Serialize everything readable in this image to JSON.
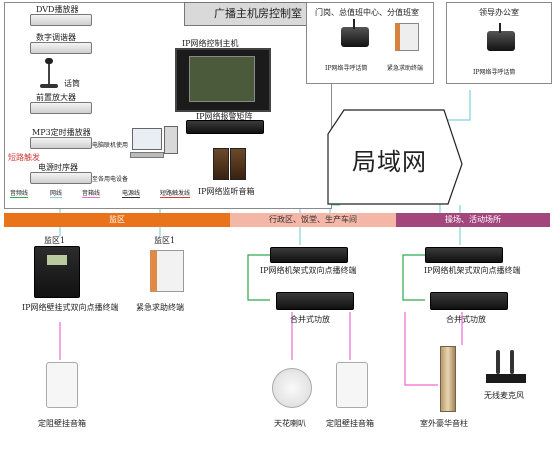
{
  "control_room": {
    "title": "广播主机房控制室",
    "devices": {
      "dvd": "DVD播放器",
      "tuner": "数字调谐器",
      "mic": "话筒",
      "preamp": "前置放大器",
      "mp3": "MP3定时播放器",
      "pc_note": "电脑联机使用",
      "sequencer": "电源时序器",
      "sequencer_note": "至各用电设备",
      "trigger": "短路触发",
      "host": "IP网络控制主机",
      "matrix": "IP网络报警矩阵",
      "monitor": "IP网络监听音箱"
    },
    "legend": [
      "音频线",
      "网线",
      "音箱线",
      "电源线",
      "短路触发线"
    ]
  },
  "top_box1": {
    "header": "门岗、总值班中心、分值班室",
    "items": [
      "IP网络寻呼话筒",
      "紧急求助终端"
    ]
  },
  "top_box2": {
    "header": "领导办公室",
    "item": "IP网络寻呼话筒"
  },
  "lan_label": "局域网",
  "zones": {
    "left": {
      "title": "监区",
      "cols": [
        "监区1",
        "监区1"
      ],
      "terminal1": "IP网络壁挂式双向点播终端",
      "terminal2": "紧急求助终端",
      "speaker": "定阻壁挂音箱"
    },
    "middle": {
      "title": "行政区、饭堂、生产车间",
      "terminal": "IP网络机架式双向点播终端",
      "amp": "合并式功放",
      "speaker1": "天花喇叭",
      "speaker2": "定阻壁挂音箱"
    },
    "right": {
      "title": "操场、活动场所",
      "terminal": "IP网络机架式双向点播终端",
      "amp": "合并式功放",
      "speaker1": "室外豪华音柱",
      "speaker2": "无线麦克风"
    }
  },
  "colors": {
    "zone_left": "#e8731a",
    "zone_middle": "#f4b6a6",
    "zone_right": "#a3467c",
    "line_green": "#2faa4a",
    "line_cyan": "#7fd3e0",
    "line_pink": "#f06ad0",
    "line_red": "#d23a3a"
  }
}
